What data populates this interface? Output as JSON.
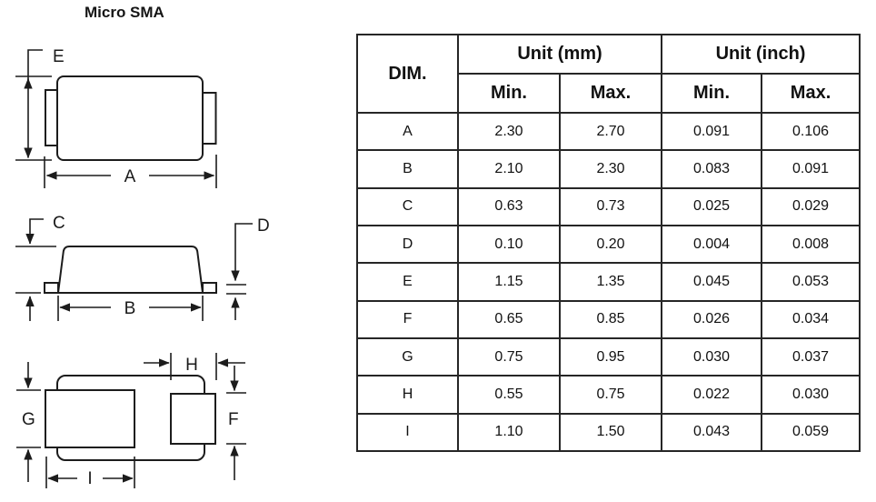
{
  "page_title": "Micro SMA",
  "diagram_labels": {
    "a": "A",
    "b": "B",
    "c": "C",
    "d": "D",
    "e": "E",
    "f": "F",
    "g": "G",
    "h": "H",
    "i": "I"
  },
  "table": {
    "header": {
      "dim": "DIM.",
      "unit_mm": "Unit (mm)",
      "unit_inch": "Unit (inch)"
    },
    "subheaders": [
      "Min.",
      "Max.",
      "Min.",
      "Max."
    ],
    "rows": [
      [
        "A",
        "2.30",
        "2.70",
        "0.091",
        "0.106"
      ],
      [
        "B",
        "2.10",
        "2.30",
        "0.083",
        "0.091"
      ],
      [
        "C",
        "0.63",
        "0.73",
        "0.025",
        "0.029"
      ],
      [
        "D",
        "0.10",
        "0.20",
        "0.004",
        "0.008"
      ],
      [
        "E",
        "1.15",
        "1.35",
        "0.045",
        "0.053"
      ],
      [
        "F",
        "0.65",
        "0.85",
        "0.026",
        "0.034"
      ],
      [
        "G",
        "0.75",
        "0.95",
        "0.030",
        "0.037"
      ],
      [
        "H",
        "0.55",
        "0.75",
        "0.022",
        "0.030"
      ],
      [
        "I",
        "1.10",
        "1.50",
        "0.043",
        "0.059"
      ]
    ]
  },
  "colors": {
    "ink": "#1a1a1a",
    "background": "#ffffff"
  }
}
